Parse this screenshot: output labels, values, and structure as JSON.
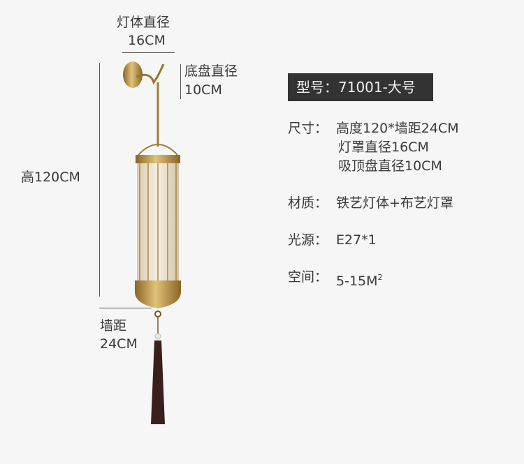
{
  "dimensions": {
    "body_diameter_label": "灯体直径",
    "body_diameter_value": "16CM",
    "base_diameter_label": "底盘直径",
    "base_diameter_value": "10CM",
    "height": "高120CM",
    "wall_distance_label": "墙距",
    "wall_distance_value": "24CM"
  },
  "specs": {
    "model": "型号：71001-大号",
    "size_label": "尺寸：",
    "size_lines": [
      "高度120*墙距24CM",
      "灯罩直径16CM",
      "吸顶盘直径10CM"
    ],
    "material_label": "材质：",
    "material_value": "铁艺灯体+布艺灯罩",
    "light_source_label": "光源：",
    "light_source_value": "E27*1",
    "space_label": "空间：",
    "space_value": "5-15M",
    "space_unit_sup": "2"
  },
  "colors": {
    "background": "#f6f6f6",
    "text": "#3a3a3a",
    "model_box": "#333333",
    "brass": "#b8923f"
  }
}
